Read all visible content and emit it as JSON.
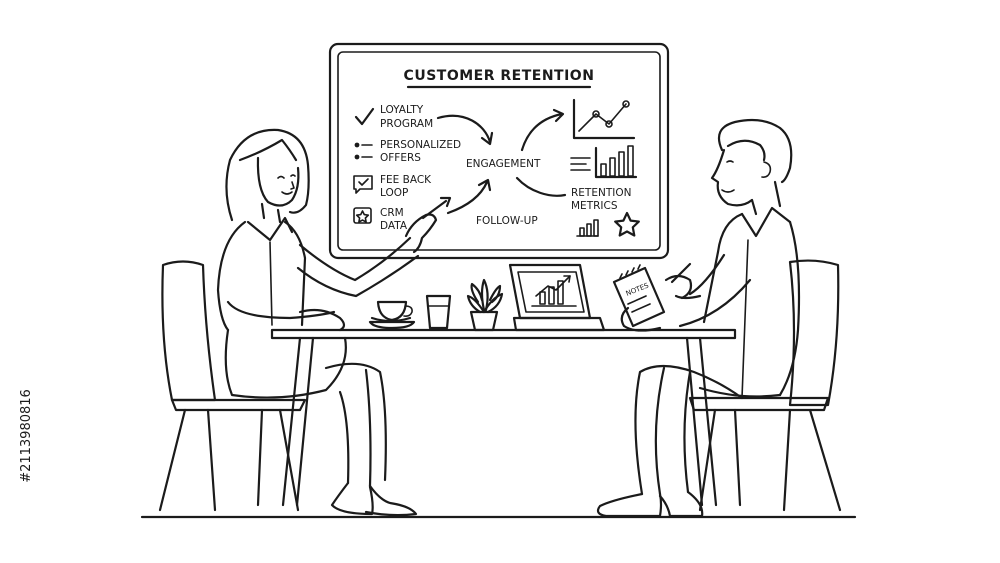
{
  "whiteboard": {
    "title": "CUSTOMER RETENTION",
    "items": [
      {
        "line1": "LOYALTY",
        "line2": "PROGRAM"
      },
      {
        "line1": "PERSONALIZED",
        "line2": "OFFERS"
      },
      {
        "line1": "FEE  BACK",
        "line2": "LOOP"
      },
      {
        "line1": "CRM",
        "line2": "DATA"
      }
    ],
    "engagement": "ENGAGEMENT",
    "follow_up": "FOLLOW-UP",
    "metrics_line1": "RETENTION",
    "metrics_line2": "METRICS"
  },
  "notepad_text": "NOTES",
  "stock_id": "#2113980816"
}
